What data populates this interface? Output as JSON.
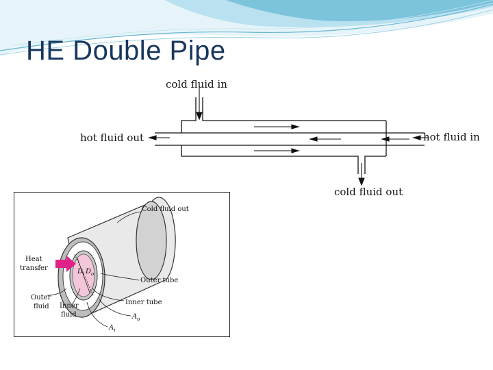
{
  "slide": {
    "title": "HE Double Pipe"
  },
  "schematic": {
    "cold_in": "cold fluid in",
    "cold_out": "cold fluid out",
    "hot_in": "hot fluid in",
    "hot_out": "hot fluid out"
  },
  "illustration": {
    "cold_fluid_out": "Cold fluid out",
    "heat_transfer_line1": "Heat",
    "heat_transfer_line2": "transfer",
    "outer_fluid_line1": "Outer",
    "outer_fluid_line2": "fluid",
    "inner_fluid_line1": "Inner",
    "inner_fluid_line2": "fluid",
    "outer_tube": "Outer tube",
    "inner_tube": "Inner tube",
    "inner_diameter": "D",
    "inner_diameter_sub": "i",
    "outer_diameter": "D",
    "outer_diameter_sub": "o",
    "area_outer": "A",
    "area_outer_sub": "o",
    "area_inner": "A",
    "area_inner_sub": "i"
  },
  "colors": {
    "title": "#17375e",
    "banner_light": "#d6eef6",
    "banner_mid": "#9fd3e6",
    "banner_dark": "#4fa7c8",
    "inner_fluid": "#f4c6da",
    "heat_arrow": "#e0218a"
  }
}
